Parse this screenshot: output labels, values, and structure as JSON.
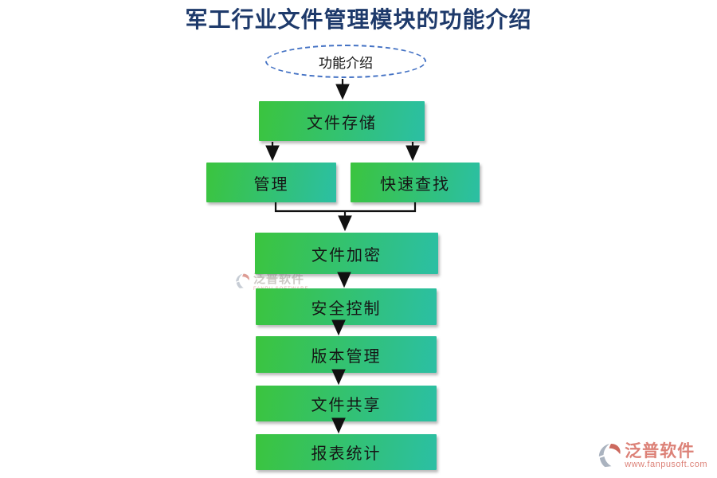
{
  "title": "军工行业文件管理模块的功能介绍",
  "flow": {
    "root": {
      "label": "功能介绍"
    },
    "nodes": [
      {
        "id": "file-storage",
        "label": "文件存储"
      },
      {
        "id": "management",
        "label": "管理"
      },
      {
        "id": "quick-search",
        "label": "快速查找"
      },
      {
        "id": "file-encryption",
        "label": "文件加密"
      },
      {
        "id": "security-control",
        "label": "安全控制"
      },
      {
        "id": "version-management",
        "label": "版本管理"
      },
      {
        "id": "file-sharing",
        "label": "文件共享"
      },
      {
        "id": "report-statistics",
        "label": "报表统计"
      }
    ]
  },
  "watermark": {
    "brand": "泛普软件",
    "tagline": "FANPU SOFTWARE"
  },
  "footer_logo": {
    "brand": "泛普软件",
    "url": "www.fanpusoft.com"
  },
  "colors": {
    "title": "#1e3a6b",
    "ellipse_border": "#4472c4",
    "node_gradient_start": "#3bc43e",
    "node_gradient_end": "#2bbfa4",
    "arrow": "#111111",
    "logo_accent": "#dc8177",
    "logo_grey": "#aab3bf"
  }
}
